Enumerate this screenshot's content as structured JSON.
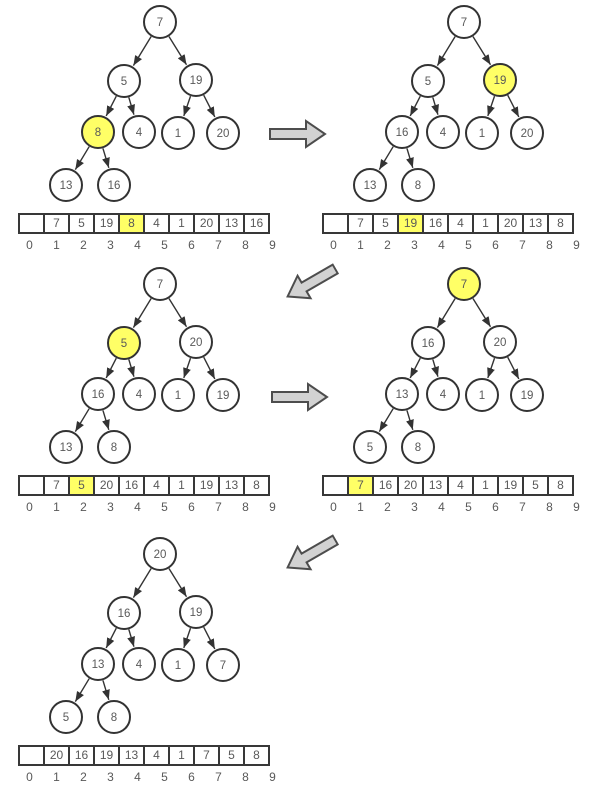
{
  "diagram": {
    "description": "heap-build-steps",
    "node_order": [
      "root",
      "left",
      "right",
      "left-left",
      "left-right",
      "right-left",
      "right-right",
      "leftmost-grandchild-left",
      "leftmost-grandchild-right"
    ]
  },
  "colors": {
    "highlight": "#ffff66",
    "node_fill": "#ffffff",
    "node_stroke": "#333333",
    "node_text": "#595959",
    "edge": "#333333",
    "block_arrow_fill": "#d2d2d2",
    "block_arrow_stroke": "#4d4d4d",
    "cell_border": "#383838",
    "cell_text": "#595959",
    "index_text": "#595959",
    "background": "#ffffff"
  },
  "panels": [
    {
      "id": "step-1",
      "tree_nodes": [
        {
          "value": "7",
          "highlight": false
        },
        {
          "value": "5",
          "highlight": false
        },
        {
          "value": "19",
          "highlight": false
        },
        {
          "value": "8",
          "highlight": true
        },
        {
          "value": "4",
          "highlight": false
        },
        {
          "value": "1",
          "highlight": false
        },
        {
          "value": "20",
          "highlight": false
        },
        {
          "value": "13",
          "highlight": false
        },
        {
          "value": "16",
          "highlight": false
        }
      ],
      "array": {
        "cells": [
          "",
          "7",
          "5",
          "19",
          "8",
          "4",
          "1",
          "20",
          "13",
          "16"
        ],
        "highlight_index": 4,
        "indices": [
          "0",
          "1",
          "2",
          "3",
          "4",
          "5",
          "6",
          "7",
          "8",
          "9"
        ]
      }
    },
    {
      "id": "step-2",
      "tree_nodes": [
        {
          "value": "7",
          "highlight": false
        },
        {
          "value": "5",
          "highlight": false
        },
        {
          "value": "19",
          "highlight": true
        },
        {
          "value": "16",
          "highlight": false
        },
        {
          "value": "4",
          "highlight": false
        },
        {
          "value": "1",
          "highlight": false
        },
        {
          "value": "20",
          "highlight": false
        },
        {
          "value": "13",
          "highlight": false
        },
        {
          "value": "8",
          "highlight": false
        }
      ],
      "array": {
        "cells": [
          "",
          "7",
          "5",
          "19",
          "16",
          "4",
          "1",
          "20",
          "13",
          "8"
        ],
        "highlight_index": 3,
        "indices": [
          "0",
          "1",
          "2",
          "3",
          "4",
          "5",
          "6",
          "7",
          "8",
          "9"
        ]
      }
    },
    {
      "id": "step-3",
      "tree_nodes": [
        {
          "value": "7",
          "highlight": false
        },
        {
          "value": "5",
          "highlight": true
        },
        {
          "value": "20",
          "highlight": false
        },
        {
          "value": "16",
          "highlight": false
        },
        {
          "value": "4",
          "highlight": false
        },
        {
          "value": "1",
          "highlight": false
        },
        {
          "value": "19",
          "highlight": false
        },
        {
          "value": "13",
          "highlight": false
        },
        {
          "value": "8",
          "highlight": false
        }
      ],
      "array": {
        "cells": [
          "",
          "7",
          "5",
          "20",
          "16",
          "4",
          "1",
          "19",
          "13",
          "8"
        ],
        "highlight_index": 2,
        "indices": [
          "0",
          "1",
          "2",
          "3",
          "4",
          "5",
          "6",
          "7",
          "8",
          "9"
        ]
      }
    },
    {
      "id": "step-4",
      "tree_nodes": [
        {
          "value": "7",
          "highlight": true
        },
        {
          "value": "16",
          "highlight": false
        },
        {
          "value": "20",
          "highlight": false
        },
        {
          "value": "13",
          "highlight": false
        },
        {
          "value": "4",
          "highlight": false
        },
        {
          "value": "1",
          "highlight": false
        },
        {
          "value": "19",
          "highlight": false
        },
        {
          "value": "5",
          "highlight": false
        },
        {
          "value": "8",
          "highlight": false
        }
      ],
      "array": {
        "cells": [
          "",
          "7",
          "16",
          "20",
          "13",
          "4",
          "1",
          "19",
          "5",
          "8"
        ],
        "highlight_index": 1,
        "indices": [
          "0",
          "1",
          "2",
          "3",
          "4",
          "5",
          "6",
          "7",
          "8",
          "9"
        ]
      }
    },
    {
      "id": "step-5",
      "tree_nodes": [
        {
          "value": "20",
          "highlight": false
        },
        {
          "value": "16",
          "highlight": false
        },
        {
          "value": "19",
          "highlight": false
        },
        {
          "value": "13",
          "highlight": false
        },
        {
          "value": "4",
          "highlight": false
        },
        {
          "value": "1",
          "highlight": false
        },
        {
          "value": "7",
          "highlight": false
        },
        {
          "value": "5",
          "highlight": false
        },
        {
          "value": "8",
          "highlight": false
        }
      ],
      "array": {
        "cells": [
          "",
          "20",
          "16",
          "19",
          "13",
          "4",
          "1",
          "7",
          "5",
          "8"
        ],
        "highlight_index": -1,
        "indices": [
          "0",
          "1",
          "2",
          "3",
          "4",
          "5",
          "6",
          "7",
          "8",
          "9"
        ]
      }
    }
  ],
  "connectors": [
    {
      "id": "arrow-a",
      "direction": "right"
    },
    {
      "id": "arrow-b",
      "direction": "down-left"
    },
    {
      "id": "arrow-c",
      "direction": "right"
    },
    {
      "id": "arrow-d",
      "direction": "down-left"
    }
  ]
}
